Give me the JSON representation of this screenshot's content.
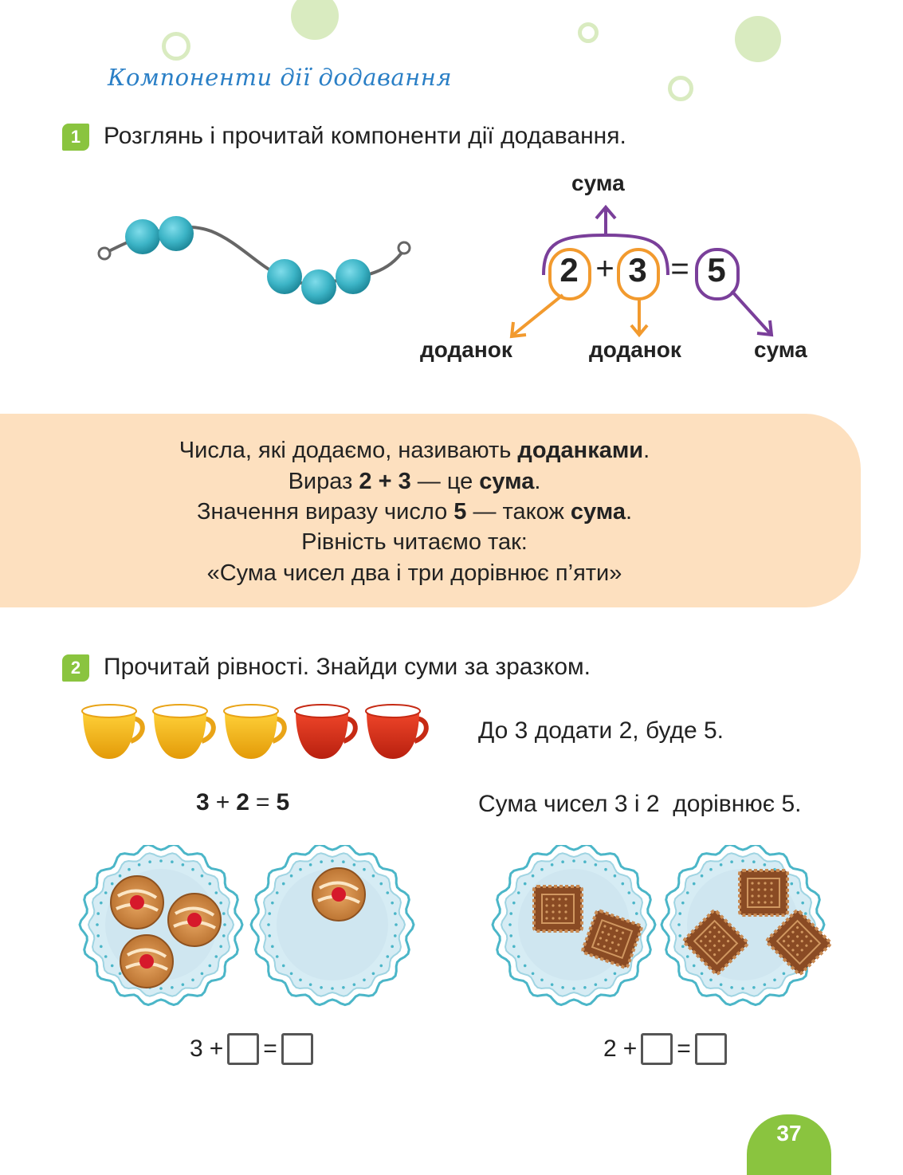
{
  "header": {
    "title": "Компоненти дії додавання"
  },
  "task1": {
    "number": "1",
    "text": "Розглянь і прочитай компоненти дії додавання.",
    "expression": {
      "a": "2",
      "plus": "+",
      "b": "3",
      "equals": "=",
      "result": "5"
    },
    "labels": {
      "top_sum": "сума",
      "addend1": "доданок",
      "addend2": "доданок",
      "sum": "сума"
    }
  },
  "rule": {
    "line1_pre": "Числа, які додаємо, називають ",
    "line1_bold": "доданками",
    "line1_post": ".",
    "line2_pre": "Вираз ",
    "line2_bold": "2 + 3",
    "line2_mid": " — це ",
    "line2_bold2": "сума",
    "line2_post": ".",
    "line3_pre": "Значення виразу число ",
    "line3_bold": "5",
    "line3_mid": " — також ",
    "line3_bold2": "сума",
    "line3_post": ".",
    "line4": "Рівність читаємо так:",
    "line5": "«Сума чисел два і три дорівнює п’яти»"
  },
  "task2": {
    "number": "2",
    "text": "Прочитай рівності. Знайди суми за зразком.",
    "cups": {
      "yellow": 3,
      "red": 2
    },
    "example_sentence1": "До 3 додати 2, буде 5.",
    "example_eq": {
      "a": "3",
      "plus": "+",
      "b": "2",
      "equals": "=",
      "result": "5"
    },
    "example_sentence2": "Сума чисел 3 і 2  дорівнює 5.",
    "plates_left": [
      3,
      1
    ],
    "plates_right": [
      2,
      3
    ],
    "eq_left": {
      "a": "3",
      "plus": "+",
      "equals": "="
    },
    "eq_right": {
      "a": "2",
      "plus": "+",
      "equals": "="
    }
  },
  "footer": {
    "page_number": "37"
  },
  "colors": {
    "accent_green": "#8ac43f",
    "title_blue": "#2a7fc6",
    "rule_bg": "#fde0bf",
    "addend_orange": "#f29a2e",
    "sum_purple": "#7a3f9a",
    "bead": "#3cb4c6"
  }
}
